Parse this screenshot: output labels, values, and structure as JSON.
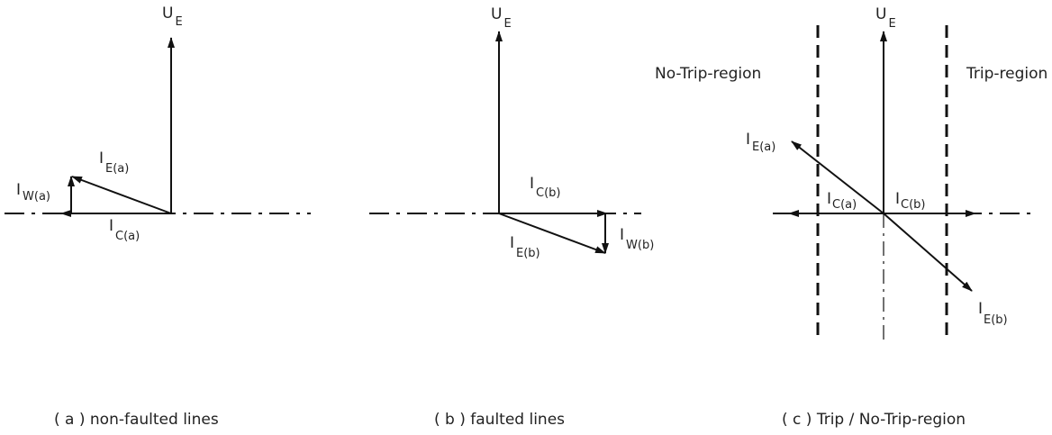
{
  "panels": {
    "a": {
      "ue": "U",
      "ue_sub": "E",
      "iw": "I",
      "iw_sub": "W(a)",
      "ie": "I",
      "ie_sub": "E(a)",
      "ic": "I",
      "ic_sub": "C(a)",
      "caption": "( a )  non-faulted lines"
    },
    "b": {
      "ue": "U",
      "ue_sub": "E",
      "ic": "I",
      "ic_sub": "C(b)",
      "ie": "I",
      "ie_sub": "E(b)",
      "iw": "I",
      "iw_sub": "W(b)",
      "caption": "( b )  faulted lines"
    },
    "c": {
      "ue": "U",
      "ue_sub": "E",
      "notrip": "No-Trip-region",
      "trip": "Trip-region",
      "iea": "I",
      "iea_sub": "E(a)",
      "ica": "I",
      "ica_sub": "C(a)",
      "icb": "I",
      "icb_sub": "C(b)",
      "ieb": "I",
      "ieb_sub": "E(b)",
      "caption": "( c )  Trip / No-Trip-region"
    }
  }
}
